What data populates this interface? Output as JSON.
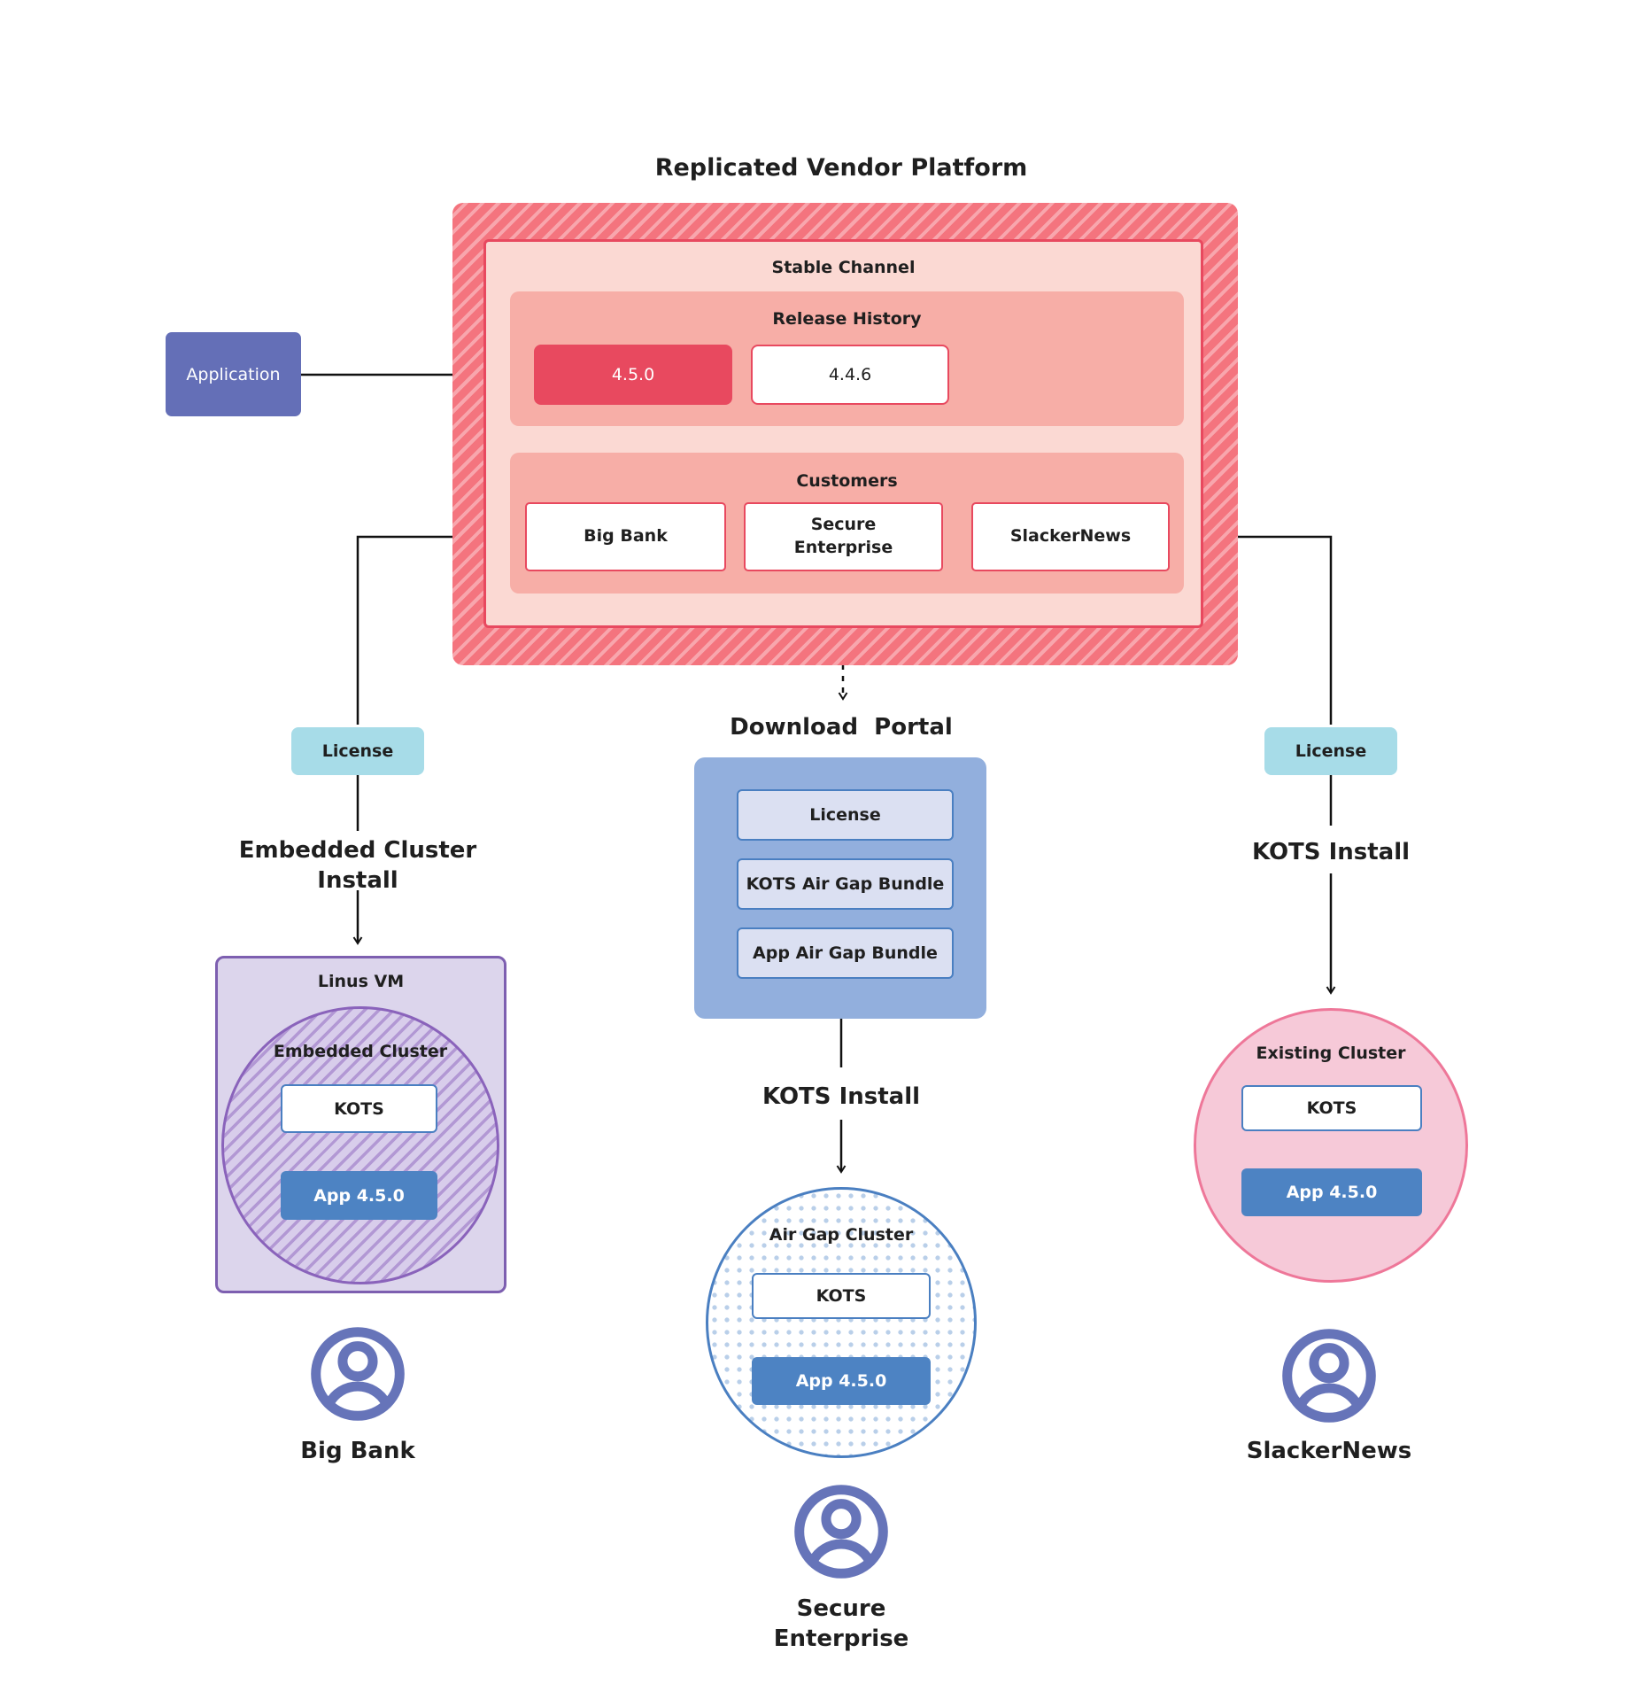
{
  "title": "Replicated Vendor Platform",
  "colors": {
    "red_accent": "#e8495f",
    "hatch_red_base": "#f4747e",
    "pink_light": "#fbd9d3",
    "pink_medium": "#f7aea7",
    "purple_app": "#646fb7",
    "teal_license": "#a7dce8",
    "portal_blue": "#92afdd",
    "portal_item_blue": "#dbe0f2",
    "app_blue": "#4d83c3",
    "blue_border": "#4a7fc1",
    "vm_purple_fill": "#dcd5ec",
    "vm_purple_border": "#7d5fb0",
    "existing_pink_fill": "#f6c9d8",
    "existing_pink_border": "#ee7799",
    "user_icon_purple": "#6674b9"
  },
  "platform": {
    "stable_channel_label": "Stable Channel",
    "release_history_label": "Release History",
    "releases": [
      {
        "version": "4.5.0",
        "highlighted": true
      },
      {
        "version": "4.4.6",
        "highlighted": false
      }
    ],
    "customers_label": "Customers",
    "customers": [
      "Big Bank",
      "Secure\nEnterprise",
      "SlackerNews"
    ]
  },
  "application_label": "Application",
  "flows": {
    "left": {
      "license": "License",
      "install": "Embedded Cluster\nInstall",
      "vm_label": "Linus VM",
      "cluster_label": "Embedded Cluster",
      "kots": "KOTS",
      "app": "App 4.5.0",
      "user": "Big Bank"
    },
    "middle": {
      "portal_title": "Download  Portal",
      "portal_items": [
        "License",
        "KOTS Air Gap Bundle",
        "App Air Gap Bundle"
      ],
      "install": "KOTS Install",
      "cluster_label": "Air Gap Cluster",
      "kots": "KOTS",
      "app": "App 4.5.0",
      "user": "Secure\nEnterprise"
    },
    "right": {
      "license": "License",
      "install": "KOTS Install",
      "cluster_label": "Existing Cluster",
      "kots": "KOTS",
      "app": "App 4.5.0",
      "user": "SlackerNews"
    }
  }
}
